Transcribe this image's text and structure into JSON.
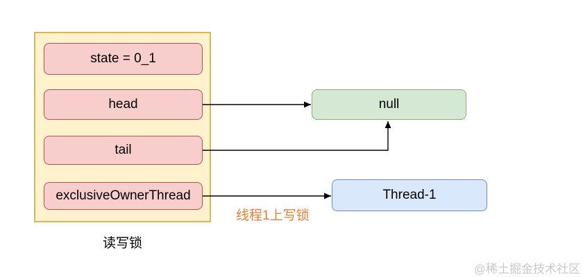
{
  "diagram": {
    "lock_container": {
      "caption": "读写锁",
      "fields": [
        {
          "id": "state",
          "label": "state = 0_1"
        },
        {
          "id": "head",
          "label": "head"
        },
        {
          "id": "tail",
          "label": "tail"
        },
        {
          "id": "exclusiveOwnerThread",
          "label": "exclusiveOwnerThread"
        }
      ]
    },
    "nodes": [
      {
        "id": "null-node",
        "label": "null"
      },
      {
        "id": "thread-node",
        "label": "Thread-1"
      }
    ],
    "edges": [
      {
        "from": "head",
        "to": "null",
        "shape": "straight-right"
      },
      {
        "from": "tail",
        "to": "null",
        "shape": "elbow-right-then-up"
      },
      {
        "from": "exclusiveOwnerThread",
        "to": "Thread-1",
        "shape": "straight-right"
      }
    ],
    "annotation": {
      "text": "线程1上写锁",
      "color": "#ed7d31"
    }
  },
  "watermark": {
    "text": "@稀土掘金技术社区",
    "color": "#c9c9c9"
  },
  "palette": {
    "container_fill": "#fff2cc",
    "container_stroke": "#d6b656",
    "field_fill": "#f8cecc",
    "field_stroke": "#b85450",
    "null_fill": "#d5e8d4",
    "null_stroke": "#82b366",
    "thread_fill": "#dae8fc",
    "thread_stroke": "#6c8ebf",
    "arrow": "#000000",
    "text": "#000000"
  }
}
